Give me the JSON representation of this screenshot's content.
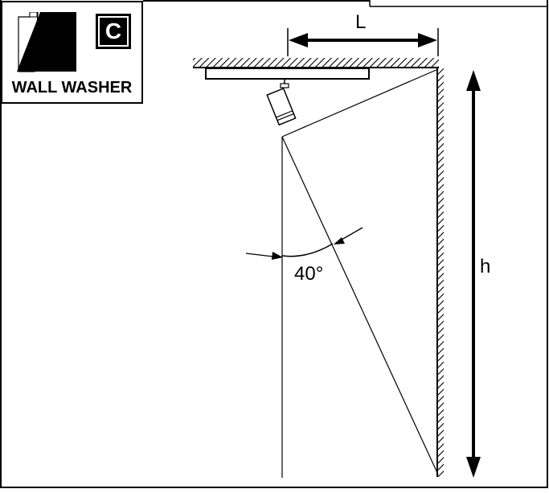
{
  "badge": {
    "letter": "C",
    "label": "WALL WASHER",
    "icon": "wall-washer-icon"
  },
  "dimensions": {
    "length_label": "L",
    "height_label": "h",
    "angle_label": "40°"
  },
  "colors": {
    "line": "#000000",
    "background": "#ffffff"
  }
}
